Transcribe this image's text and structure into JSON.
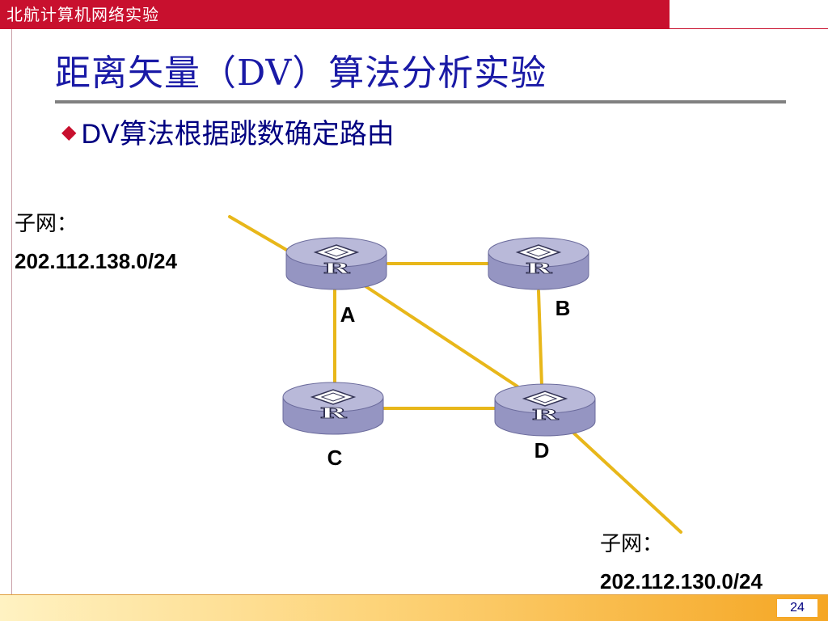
{
  "header": {
    "course_name": "北航计算机网络实验"
  },
  "slide": {
    "title": "距离矢量（DV）算法分析实验",
    "bullet": "DV算法根据跳数确定路由",
    "page_number": "24"
  },
  "diagram": {
    "router_face_text": "R",
    "routers": [
      "A",
      "B",
      "C",
      "D"
    ],
    "links": [
      [
        "A",
        "B"
      ],
      [
        "A",
        "C"
      ],
      [
        "A",
        "D"
      ],
      [
        "B",
        "D"
      ],
      [
        "C",
        "D"
      ]
    ],
    "subnets": [
      {
        "label": "子网：",
        "address": "202.112.138.0/24",
        "attached_to": "A"
      },
      {
        "label": "子网：",
        "address": "202.112.130.0/24",
        "attached_to": "D"
      }
    ],
    "colors": {
      "link": "#e8b71a",
      "router_body": "#9595c2",
      "router_top": "#b9b9d9",
      "router_dark": "#6b6b9c"
    }
  }
}
